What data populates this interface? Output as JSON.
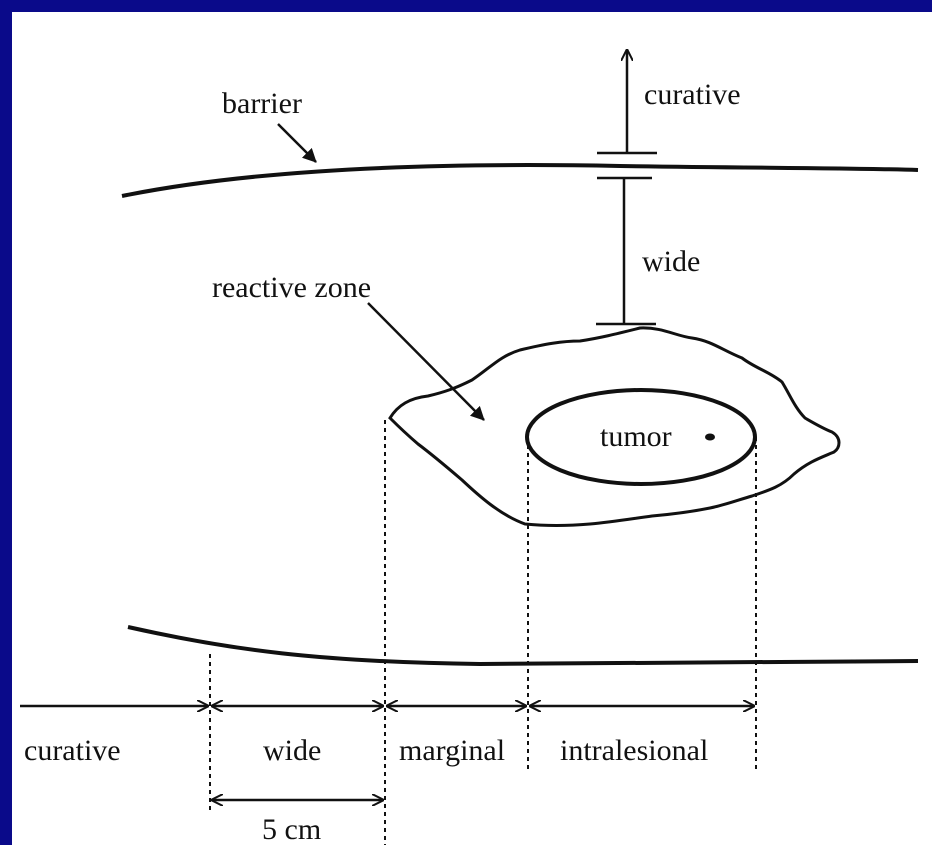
{
  "colors": {
    "frame": "#0a0a8a",
    "panel": "#ffffff",
    "ink": "#111111"
  },
  "labels": {
    "barrier": "barrier",
    "curative_top": "curative",
    "wide_vertical": "wide",
    "reactive_zone": "reactive zone",
    "tumor": "tumor"
  },
  "margins": [
    {
      "key": "curative",
      "label": "curative"
    },
    {
      "key": "wide",
      "label": "wide"
    },
    {
      "key": "marginal",
      "label": "marginal"
    },
    {
      "key": "intralesional",
      "label": "intralesional"
    }
  ],
  "scale_label": "5 cm"
}
